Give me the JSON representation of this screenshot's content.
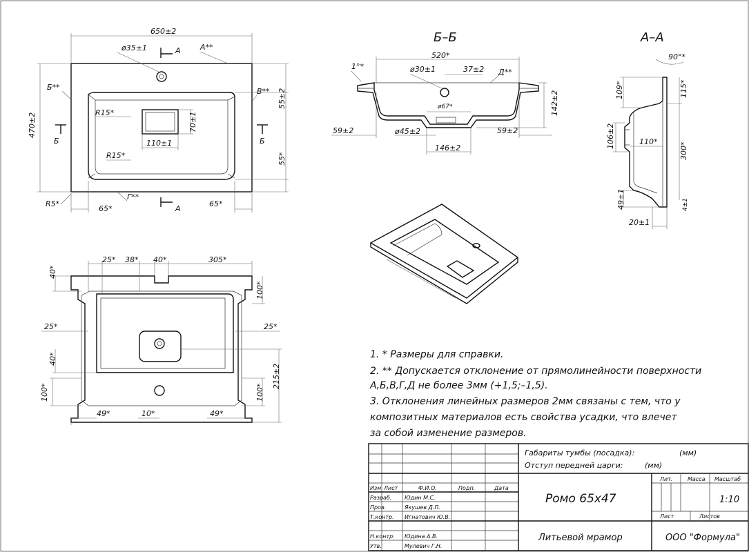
{
  "top_view": {
    "width": "650±2",
    "height": "470±2",
    "hole": "ø35±1",
    "section_a": "А",
    "section_b": "Б",
    "surface_a": "А**",
    "surface_b": "Б**",
    "surface_v": "В**",
    "surface_g": "Г**",
    "r15_top": "R15*",
    "r15_bottom": "R15*",
    "r5": "R5*",
    "drain_w": "110±1",
    "drain_h": "70±1",
    "offset_right_top": "55±2",
    "offset_right_bottom": "55*",
    "offset_left": "65*",
    "offset_right": "65*"
  },
  "section_bb": {
    "title": "Б–Б",
    "width": "520*",
    "angle": "1°*",
    "hole": "ø30±1",
    "overflow": "37±2",
    "surface_d": "Д**",
    "depth": "142±2",
    "d67": "ø67*",
    "d45": "ø45±2",
    "left": "59±2",
    "right": "59±2",
    "drain": "146±2"
  },
  "section_aa": {
    "title": "А–А",
    "angle": "90°*",
    "h109": "109*",
    "h115": "115*",
    "h106": "106±2",
    "w110": "110*",
    "h300": "300*",
    "h49": "49±1",
    "w20": "20±1",
    "e": "4±1"
  },
  "bottom_view": {
    "d25": "25*",
    "d38": "38*",
    "d40": "40*",
    "d305": "305*",
    "d40_left": "40*",
    "d100_right_top": "100*",
    "d25_left": "25*",
    "d25_right": "25*",
    "d40_left2": "40*",
    "d100_left": "100*",
    "d100_right": "100*",
    "d215": "215±2",
    "d49_left": "49*",
    "d10": "10*",
    "d49_right": "49*"
  },
  "notes": [
    "1. * Размеры для справки.",
    "2. ** Допускается отклонение от прямолинейности поверхности",
    "А,Б,В,Г,Д не более 3мм (+1,5;–1,5).",
    "3. Отклонения линейных размеров 2мм связаны с тем, что у",
    "композитных материалов есть свойства усадки, что влечет",
    "за собой изменение размеров."
  ],
  "title_block": {
    "gabarity": "Габариты тумбы (посадка):",
    "gabarity_unit": "(мм)",
    "otstup": "Отступ передней царги:",
    "otstup_unit": "(мм)",
    "h_izm": "Изм",
    "h_list": "Лист",
    "h_fio": "Ф.И.О.",
    "h_podp": "Подп.",
    "h_data": "Дата",
    "razrab": "Разраб.",
    "razrab_name": "Юдин М.С.",
    "prov": "Пров.",
    "prov_name": "Якушев Д.П.",
    "tkontr": "Т.контр.",
    "tkontr_name": "Игнатович Ю.В.",
    "nkontr": "Н.контр.",
    "nkontr_name": "Юдина А.В.",
    "utv": "Утв.",
    "utv_name": "Мулевич Г.Н.",
    "product": "Ромо 65х47",
    "lit": "Лит.",
    "massa": "Масса",
    "masshtab": "Масштаб",
    "scale": "1:10",
    "list": "Лист",
    "listov": "Листов",
    "material": "Литьевой мрамор",
    "company": "ООО \"Формула\""
  }
}
